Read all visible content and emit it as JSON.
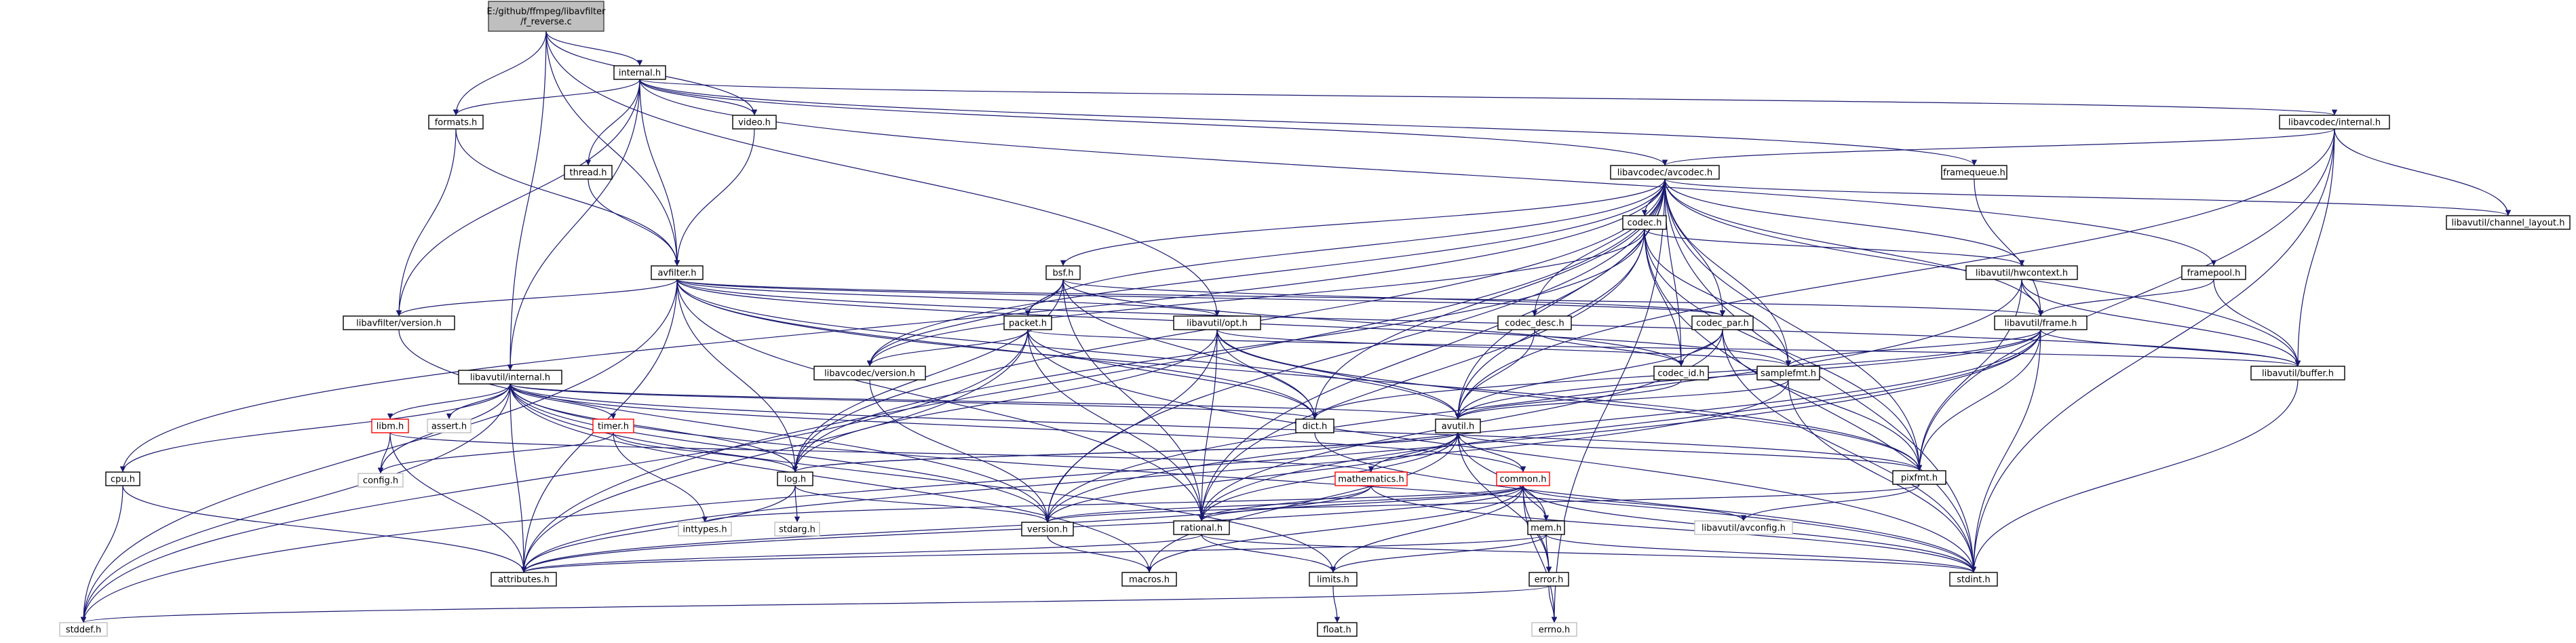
{
  "colors": {
    "edge": "#191970",
    "box_border": "#000000",
    "box_fill": "#ffffff",
    "root_fill": "#bfbfbf",
    "root_border": "#404040",
    "external_border": "#bfbfbf",
    "truncated_border": "#ff0000"
  },
  "nodes": {
    "root": {
      "lines": [
        "E:/github/ffmpeg/libavfilter",
        "/f_reverse.c"
      ],
      "kind": "root"
    },
    "internal_h": {
      "lines": [
        "internal.h"
      ],
      "kind": "normal"
    },
    "formats_h": {
      "lines": [
        "formats.h"
      ],
      "kind": "normal"
    },
    "video_h": {
      "lines": [
        "video.h"
      ],
      "kind": "normal"
    },
    "thread_h": {
      "lines": [
        "thread.h"
      ],
      "kind": "normal"
    },
    "framequeue_h": {
      "lines": [
        "framequeue.h"
      ],
      "kind": "normal"
    },
    "lavc_internal_h": {
      "lines": [
        "libavcodec/internal.h"
      ],
      "kind": "normal"
    },
    "avcodec_h": {
      "lines": [
        "libavcodec/avcodec.h"
      ],
      "kind": "normal"
    },
    "channel_layout_h": {
      "lines": [
        "libavutil/channel_layout.h"
      ],
      "kind": "normal"
    },
    "codec_h": {
      "lines": [
        "codec.h"
      ],
      "kind": "normal"
    },
    "bsf_h": {
      "lines": [
        "bsf.h"
      ],
      "kind": "normal"
    },
    "hwcontext_h": {
      "lines": [
        "libavutil/hwcontext.h"
      ],
      "kind": "normal"
    },
    "framepool_h": {
      "lines": [
        "framepool.h"
      ],
      "kind": "normal"
    },
    "avfilter_h": {
      "lines": [
        "avfilter.h"
      ],
      "kind": "normal"
    },
    "lavfi_version_h": {
      "lines": [
        "libavfilter/version.h"
      ],
      "kind": "normal"
    },
    "packet_h": {
      "lines": [
        "packet.h"
      ],
      "kind": "normal"
    },
    "opt_h": {
      "lines": [
        "libavutil/opt.h"
      ],
      "kind": "normal"
    },
    "codec_desc_h": {
      "lines": [
        "codec_desc.h"
      ],
      "kind": "normal"
    },
    "codec_par_h": {
      "lines": [
        "codec_par.h"
      ],
      "kind": "normal"
    },
    "frame_h": {
      "lines": [
        "libavutil/frame.h"
      ],
      "kind": "normal"
    },
    "lavc_version_h": {
      "lines": [
        "libavcodec/version.h"
      ],
      "kind": "normal"
    },
    "codec_id_h": {
      "lines": [
        "codec_id.h"
      ],
      "kind": "normal"
    },
    "samplefmt_h": {
      "lines": [
        "samplefmt.h"
      ],
      "kind": "normal"
    },
    "buffer_h": {
      "lines": [
        "libavutil/buffer.h"
      ],
      "kind": "normal"
    },
    "lavu_internal_h": {
      "lines": [
        "libavutil/internal.h"
      ],
      "kind": "normal"
    },
    "libm_h": {
      "lines": [
        "libm.h"
      ],
      "kind": "truncated"
    },
    "assert_h": {
      "lines": [
        "assert.h"
      ],
      "kind": "external"
    },
    "timer_h": {
      "lines": [
        "timer.h"
      ],
      "kind": "truncated"
    },
    "dict_h": {
      "lines": [
        "dict.h"
      ],
      "kind": "normal"
    },
    "avutil_h": {
      "lines": [
        "avutil.h"
      ],
      "kind": "normal"
    },
    "cpu_h": {
      "lines": [
        "cpu.h"
      ],
      "kind": "normal"
    },
    "config_h": {
      "lines": [
        "config.h"
      ],
      "kind": "external"
    },
    "log_h": {
      "lines": [
        "log.h"
      ],
      "kind": "normal"
    },
    "mathematics_h": {
      "lines": [
        "mathematics.h"
      ],
      "kind": "truncated"
    },
    "common_h": {
      "lines": [
        "common.h"
      ],
      "kind": "truncated"
    },
    "pixfmt_h": {
      "lines": [
        "pixfmt.h"
      ],
      "kind": "normal"
    },
    "inttypes_h": {
      "lines": [
        "inttypes.h"
      ],
      "kind": "external"
    },
    "stdarg_h": {
      "lines": [
        "stdarg.h"
      ],
      "kind": "external"
    },
    "version_h": {
      "lines": [
        "version.h"
      ],
      "kind": "normal"
    },
    "rational_h": {
      "lines": [
        "rational.h"
      ],
      "kind": "normal"
    },
    "mem_h": {
      "lines": [
        "mem.h"
      ],
      "kind": "normal"
    },
    "avconfig_h": {
      "lines": [
        "libavutil/avconfig.h"
      ],
      "kind": "external"
    },
    "attributes_h": {
      "lines": [
        "attributes.h"
      ],
      "kind": "normal"
    },
    "macros_h": {
      "lines": [
        "macros.h"
      ],
      "kind": "normal"
    },
    "limits_h": {
      "lines": [
        "limits.h"
      ],
      "kind": "normal"
    },
    "error_h": {
      "lines": [
        "error.h"
      ],
      "kind": "normal"
    },
    "stdint_h": {
      "lines": [
        "stdint.h"
      ],
      "kind": "normal"
    },
    "float_h": {
      "lines": [
        "float.h"
      ],
      "kind": "normal"
    },
    "stddef_h": {
      "lines": [
        "stddef.h"
      ],
      "kind": "external"
    },
    "errno_h": {
      "lines": [
        "errno.h"
      ],
      "kind": "external"
    }
  },
  "edges": [
    [
      "root",
      "internal_h"
    ],
    [
      "root",
      "formats_h"
    ],
    [
      "root",
      "video_h"
    ],
    [
      "root",
      "avfilter_h"
    ],
    [
      "root",
      "lavu_internal_h"
    ],
    [
      "root",
      "opt_h"
    ],
    [
      "internal_h",
      "formats_h"
    ],
    [
      "internal_h",
      "video_h"
    ],
    [
      "internal_h",
      "thread_h"
    ],
    [
      "internal_h",
      "avfilter_h"
    ],
    [
      "internal_h",
      "framequeue_h"
    ],
    [
      "internal_h",
      "lavc_internal_h"
    ],
    [
      "internal_h",
      "lavfi_version_h"
    ],
    [
      "internal_h",
      "lavu_internal_h"
    ],
    [
      "internal_h",
      "avcodec_h"
    ],
    [
      "internal_h",
      "framepool_h"
    ],
    [
      "formats_h",
      "avfilter_h"
    ],
    [
      "formats_h",
      "lavfi_version_h"
    ],
    [
      "video_h",
      "avfilter_h"
    ],
    [
      "thread_h",
      "avfilter_h"
    ],
    [
      "framequeue_h",
      "frame_h"
    ],
    [
      "lavc_internal_h",
      "avcodec_h"
    ],
    [
      "lavc_internal_h",
      "channel_layout_h"
    ],
    [
      "lavc_internal_h",
      "buffer_h"
    ],
    [
      "lavc_internal_h",
      "pixfmt_h"
    ],
    [
      "lavc_internal_h",
      "stdint_h"
    ],
    [
      "lavc_internal_h",
      "avutil_h"
    ],
    [
      "avcodec_h",
      "codec_h"
    ],
    [
      "avcodec_h",
      "bsf_h"
    ],
    [
      "avcodec_h",
      "codec_desc_h"
    ],
    [
      "avcodec_h",
      "codec_par_h"
    ],
    [
      "avcodec_h",
      "codec_id_h"
    ],
    [
      "avcodec_h",
      "hwcontext_h"
    ],
    [
      "avcodec_h",
      "frame_h"
    ],
    [
      "avcodec_h",
      "buffer_h"
    ],
    [
      "avcodec_h",
      "channel_layout_h"
    ],
    [
      "avcodec_h",
      "packet_h"
    ],
    [
      "avcodec_h",
      "lavc_version_h"
    ],
    [
      "avcodec_h",
      "samplefmt_h"
    ],
    [
      "avcodec_h",
      "dict_h"
    ],
    [
      "avcodec_h",
      "avutil_h"
    ],
    [
      "avcodec_h",
      "log_h"
    ],
    [
      "avcodec_h",
      "pixfmt_h"
    ],
    [
      "avcodec_h",
      "rational_h"
    ],
    [
      "avcodec_h",
      "attributes_h"
    ],
    [
      "avcodec_h",
      "cpu_h"
    ],
    [
      "avcodec_h",
      "errno_h"
    ],
    [
      "avcodec_h",
      "stdint_h"
    ],
    [
      "avcodec_h",
      "version_h"
    ],
    [
      "codec_h",
      "codec_id_h"
    ],
    [
      "codec_h",
      "hwcontext_h"
    ],
    [
      "codec_h",
      "samplefmt_h"
    ],
    [
      "codec_h",
      "avutil_h"
    ],
    [
      "codec_h",
      "log_h"
    ],
    [
      "codec_h",
      "pixfmt_h"
    ],
    [
      "codec_h",
      "rational_h"
    ],
    [
      "codec_h",
      "lavc_version_h"
    ],
    [
      "codec_h",
      "stdint_h"
    ],
    [
      "bsf_h",
      "packet_h"
    ],
    [
      "bsf_h",
      "codec_par_h"
    ],
    [
      "bsf_h",
      "codec_id_h"
    ],
    [
      "bsf_h",
      "dict_h"
    ],
    [
      "bsf_h",
      "log_h"
    ],
    [
      "bsf_h",
      "rational_h"
    ],
    [
      "bsf_h",
      "lavc_version_h"
    ],
    [
      "hwcontext_h",
      "frame_h"
    ],
    [
      "hwcontext_h",
      "buffer_h"
    ],
    [
      "hwcontext_h",
      "pixfmt_h"
    ],
    [
      "hwcontext_h",
      "version_h"
    ],
    [
      "framepool_h",
      "frame_h"
    ],
    [
      "framepool_h",
      "buffer_h"
    ],
    [
      "avfilter_h",
      "lavfi_version_h"
    ],
    [
      "avfilter_h",
      "opt_h"
    ],
    [
      "avfilter_h",
      "frame_h"
    ],
    [
      "avfilter_h",
      "buffer_h"
    ],
    [
      "avfilter_h",
      "dict_h"
    ],
    [
      "avfilter_h",
      "log_h"
    ],
    [
      "avfilter_h",
      "samplefmt_h"
    ],
    [
      "avfilter_h",
      "pixfmt_h"
    ],
    [
      "avfilter_h",
      "rational_h"
    ],
    [
      "avfilter_h",
      "avutil_h"
    ],
    [
      "avfilter_h",
      "attributes_h"
    ],
    [
      "avfilter_h",
      "stddef_h"
    ],
    [
      "avfilter_h",
      "codec_par_h"
    ],
    [
      "lavfi_version_h",
      "version_h"
    ],
    [
      "packet_h",
      "buffer_h"
    ],
    [
      "packet_h",
      "dict_h"
    ],
    [
      "packet_h",
      "rational_h"
    ],
    [
      "packet_h",
      "lavc_version_h"
    ],
    [
      "packet_h",
      "attributes_h"
    ],
    [
      "packet_h",
      "stddef_h"
    ],
    [
      "packet_h",
      "stdint_h"
    ],
    [
      "opt_h",
      "dict_h"
    ],
    [
      "opt_h",
      "rational_h"
    ],
    [
      "opt_h",
      "avutil_h"
    ],
    [
      "opt_h",
      "log_h"
    ],
    [
      "opt_h",
      "pixfmt_h"
    ],
    [
      "opt_h",
      "samplefmt_h"
    ],
    [
      "opt_h",
      "version_h"
    ],
    [
      "codec_desc_h",
      "codec_id_h"
    ],
    [
      "codec_desc_h",
      "avutil_h"
    ],
    [
      "codec_par_h",
      "codec_id_h"
    ],
    [
      "codec_par_h",
      "avutil_h"
    ],
    [
      "codec_par_h",
      "rational_h"
    ],
    [
      "codec_par_h",
      "pixfmt_h"
    ],
    [
      "codec_par_h",
      "stdint_h"
    ],
    [
      "frame_h",
      "buffer_h"
    ],
    [
      "frame_h",
      "dict_h"
    ],
    [
      "frame_h",
      "avutil_h"
    ],
    [
      "frame_h",
      "rational_h"
    ],
    [
      "frame_h",
      "samplefmt_h"
    ],
    [
      "frame_h",
      "pixfmt_h"
    ],
    [
      "frame_h",
      "version_h"
    ],
    [
      "frame_h",
      "stddef_h"
    ],
    [
      "frame_h",
      "stdint_h"
    ],
    [
      "lavc_version_h",
      "version_h"
    ],
    [
      "codec_id_h",
      "avutil_h"
    ],
    [
      "samplefmt_h",
      "avutil_h"
    ],
    [
      "samplefmt_h",
      "attributes_h"
    ],
    [
      "samplefmt_h",
      "stdint_h"
    ],
    [
      "buffer_h",
      "stdint_h"
    ],
    [
      "lavu_internal_h",
      "libm_h"
    ],
    [
      "lavu_internal_h",
      "assert_h"
    ],
    [
      "lavu_internal_h",
      "timer_h"
    ],
    [
      "lavu_internal_h",
      "dict_h"
    ],
    [
      "lavu_internal_h",
      "avutil_h"
    ],
    [
      "lavu_internal_h",
      "cpu_h"
    ],
    [
      "lavu_internal_h",
      "config_h"
    ],
    [
      "lavu_internal_h",
      "log_h"
    ],
    [
      "lavu_internal_h",
      "pixfmt_h"
    ],
    [
      "lavu_internal_h",
      "attributes_h"
    ],
    [
      "lavu_internal_h",
      "macros_h"
    ],
    [
      "lavu_internal_h",
      "version_h"
    ],
    [
      "lavu_internal_h",
      "stdint_h"
    ],
    [
      "lavu_internal_h",
      "stddef_h"
    ],
    [
      "lavu_internal_h",
      "limits_h"
    ],
    [
      "lavu_internal_h",
      "common_h"
    ],
    [
      "libm_h",
      "config_h"
    ],
    [
      "libm_h",
      "attributes_h"
    ],
    [
      "libm_h",
      "mathematics_h"
    ],
    [
      "timer_h",
      "config_h"
    ],
    [
      "timer_h",
      "log_h"
    ],
    [
      "timer_h",
      "inttypes_h"
    ],
    [
      "dict_h",
      "stdint_h"
    ],
    [
      "avutil_h",
      "common_h"
    ],
    [
      "avutil_h",
      "error_h"
    ],
    [
      "avutil_h",
      "version_h"
    ],
    [
      "avutil_h",
      "mathematics_h"
    ],
    [
      "avutil_h",
      "rational_h"
    ],
    [
      "avutil_h",
      "log_h"
    ],
    [
      "avutil_h",
      "pixfmt_h"
    ],
    [
      "avutil_h",
      "macros_h"
    ],
    [
      "cpu_h",
      "attributes_h"
    ],
    [
      "cpu_h",
      "stddef_h"
    ],
    [
      "log_h",
      "stdarg_h"
    ],
    [
      "log_h",
      "attributes_h"
    ],
    [
      "log_h",
      "version_h"
    ],
    [
      "log_h",
      "avutil_h"
    ],
    [
      "mathematics_h",
      "rational_h"
    ],
    [
      "mathematics_h",
      "intfloat_placeholder"
    ],
    [
      "mathematics_h",
      "attributes_h"
    ],
    [
      "mathematics_h",
      "stdint_h"
    ],
    [
      "common_h",
      "inttypes_h"
    ],
    [
      "common_h",
      "attributes_h"
    ],
    [
      "common_h",
      "macros_h"
    ],
    [
      "common_h",
      "version_h"
    ],
    [
      "common_h",
      "avconfig_h"
    ],
    [
      "common_h",
      "mem_h"
    ],
    [
      "common_h",
      "error_h"
    ],
    [
      "common_h",
      "errno_h"
    ],
    [
      "common_h",
      "limits_h"
    ],
    [
      "common_h",
      "stdint_h"
    ],
    [
      "common_h",
      "rational_h"
    ],
    [
      "pixfmt_h",
      "avconfig_h"
    ],
    [
      "pixfmt_h",
      "version_h"
    ],
    [
      "version_h",
      "macros_h"
    ],
    [
      "rational_h",
      "attributes_h"
    ],
    [
      "rational_h",
      "limits_h"
    ],
    [
      "rational_h",
      "stdint_h"
    ],
    [
      "mem_h",
      "attributes_h"
    ],
    [
      "mem_h",
      "error_h"
    ],
    [
      "mem_h",
      "limits_h"
    ],
    [
      "mem_h",
      "stdint_h"
    ],
    [
      "mem_h",
      "avutil_h"
    ],
    [
      "error_h",
      "errno_h"
    ],
    [
      "error_h",
      "stddef_h"
    ],
    [
      "limits_h",
      "float_h"
    ]
  ]
}
